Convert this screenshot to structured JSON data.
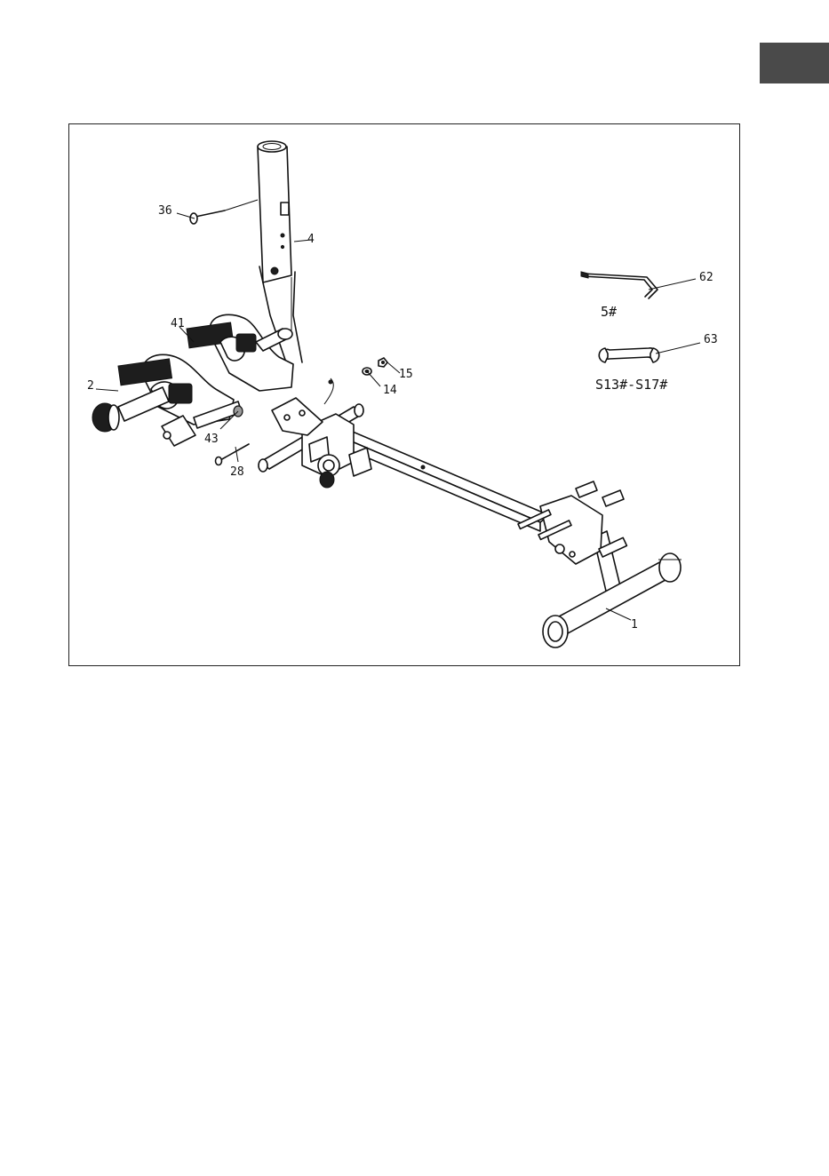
{
  "page": {
    "tab_color": "#4a4a4a"
  },
  "diagram": {
    "part_labels": {
      "p36": "36",
      "p4": "4",
      "p41": "41",
      "p2": "2",
      "p15": "15",
      "p14": "14",
      "p43": "43",
      "p28": "28",
      "p62": "62",
      "p63": "63",
      "p1": "1"
    },
    "tools": {
      "allen_key_size": "5#",
      "wrench_size": "S13#-S17#"
    }
  }
}
